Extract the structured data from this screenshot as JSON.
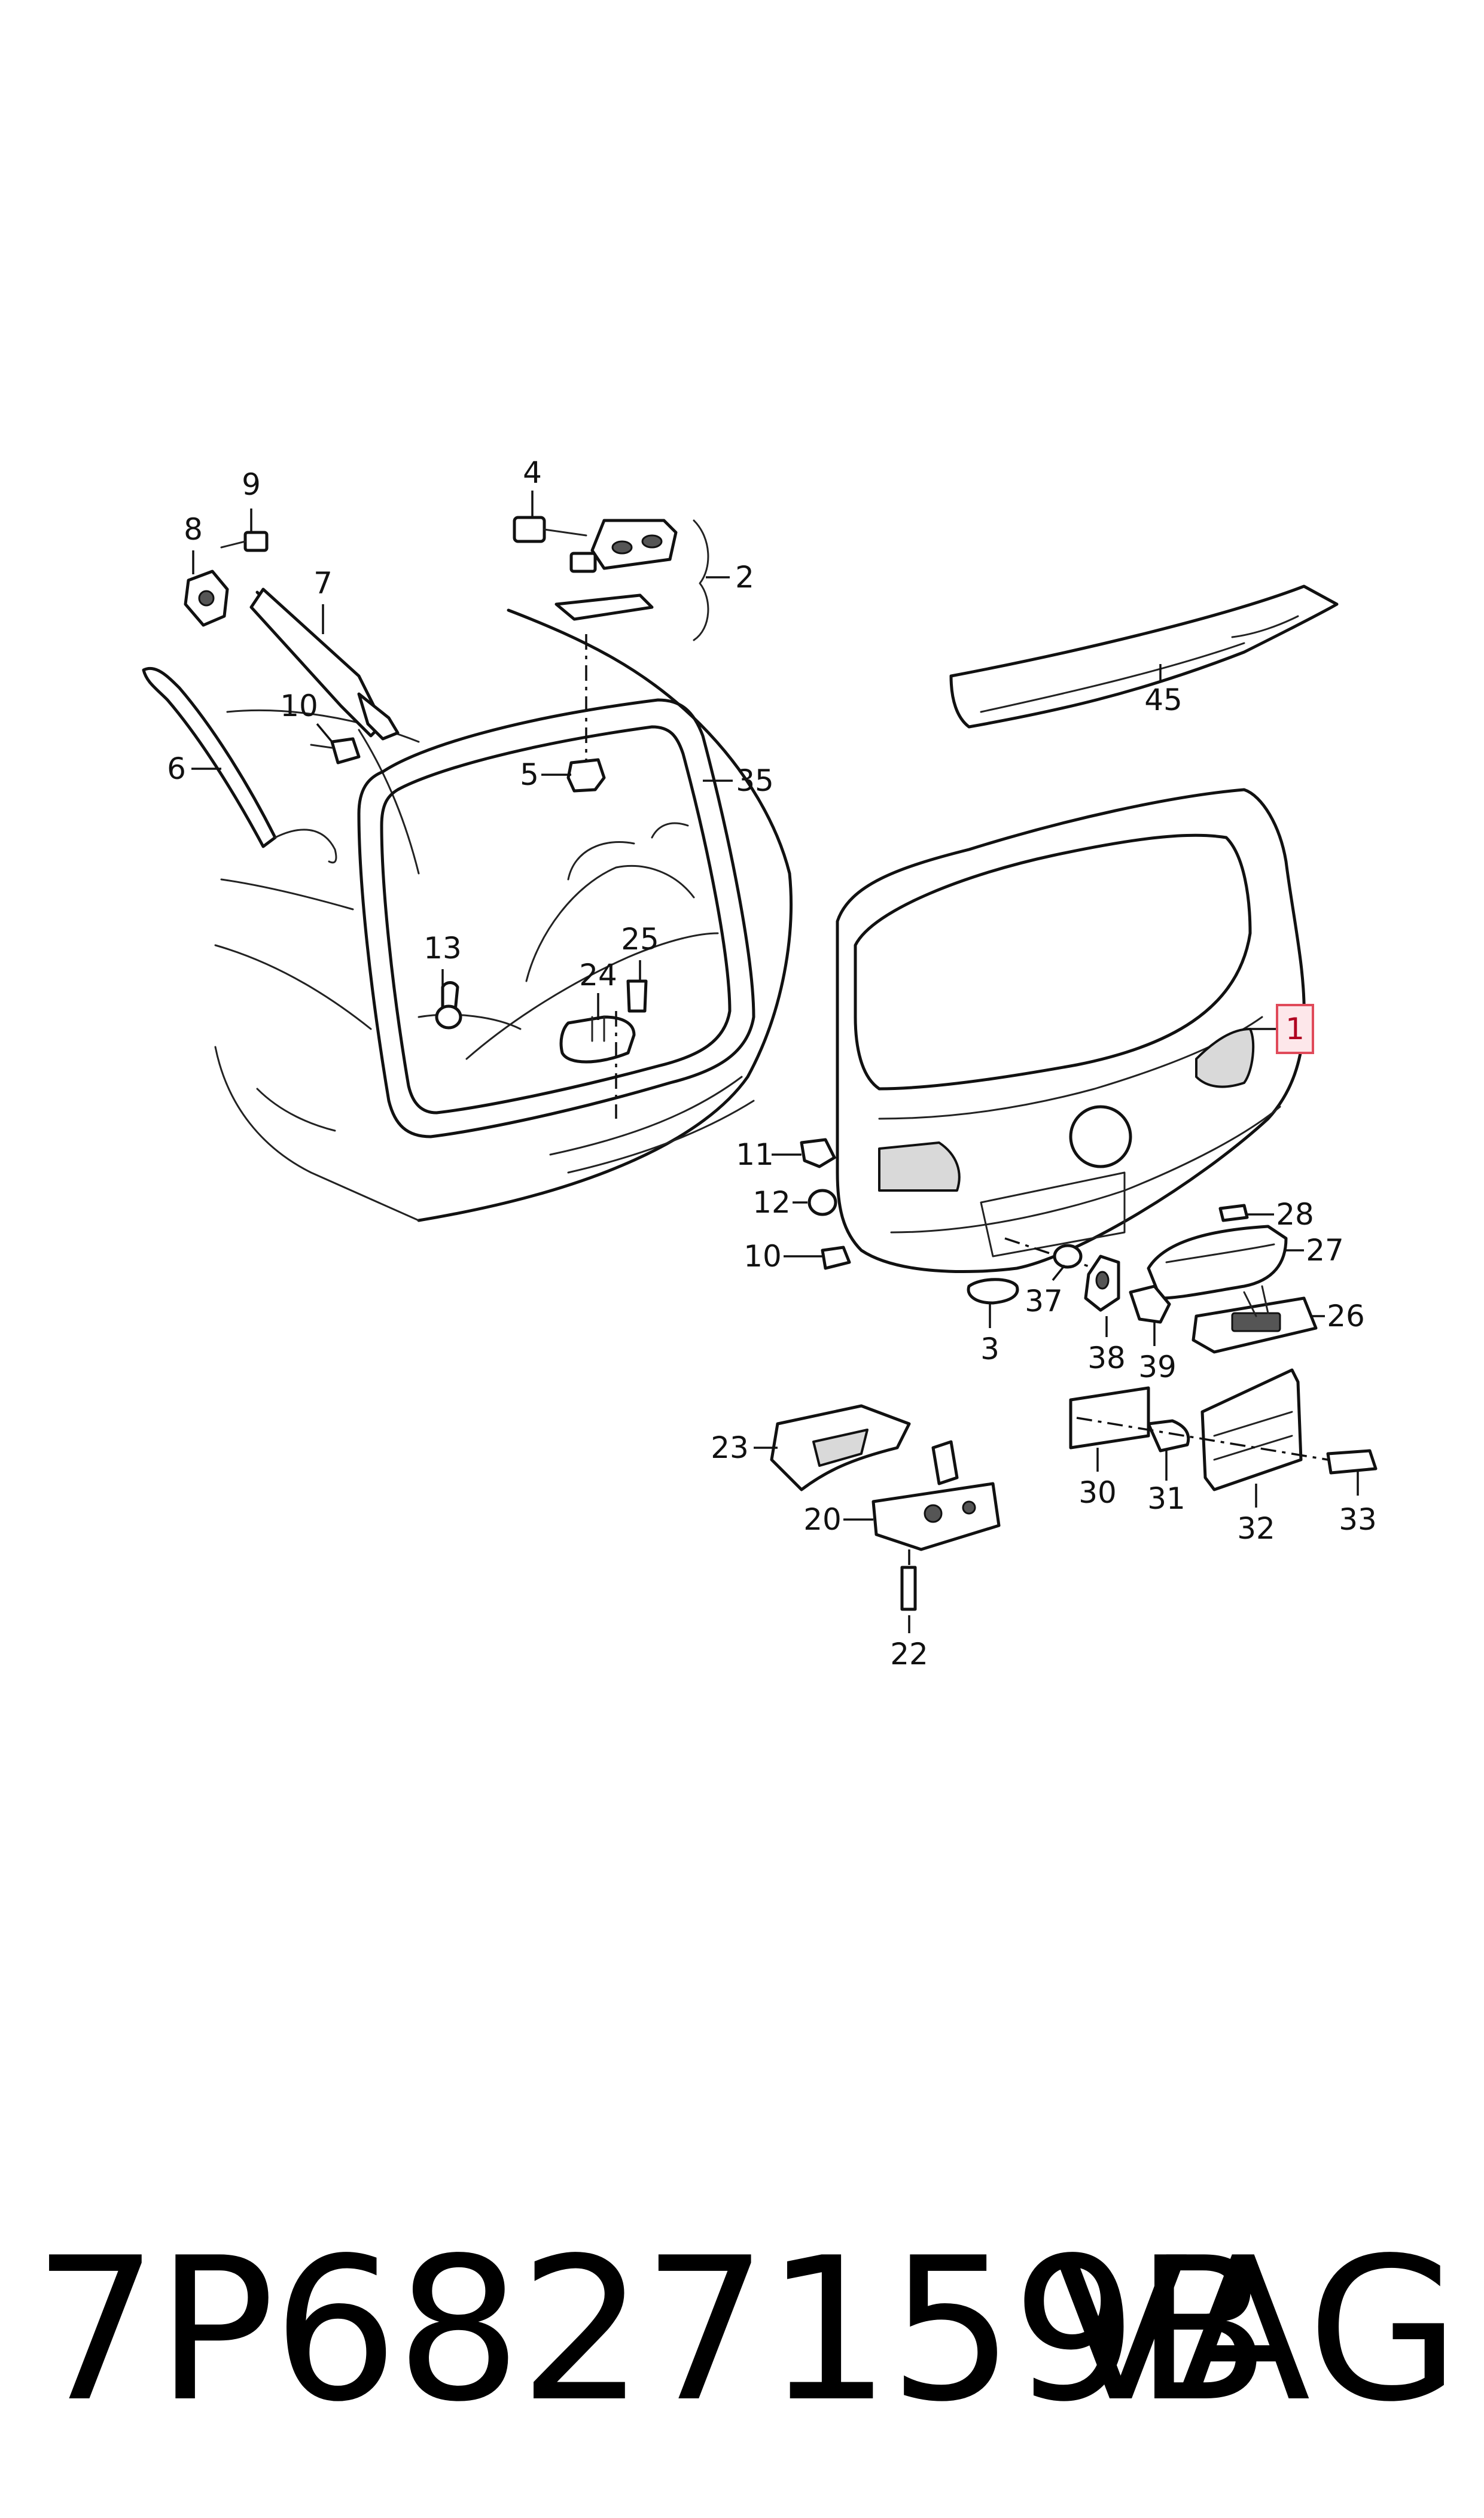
{
  "diagram": {
    "callouts": [
      {
        "id": "c9",
        "label": "9"
      },
      {
        "id": "c8",
        "label": "8"
      },
      {
        "id": "c7",
        "label": "7"
      },
      {
        "id": "c4",
        "label": "4"
      },
      {
        "id": "c2",
        "label": "2"
      },
      {
        "id": "c45",
        "label": "45"
      },
      {
        "id": "c10a",
        "label": "10"
      },
      {
        "id": "c6",
        "label": "6"
      },
      {
        "id": "c5",
        "label": "5"
      },
      {
        "id": "c35",
        "label": "35"
      },
      {
        "id": "c13",
        "label": "13"
      },
      {
        "id": "c25",
        "label": "25"
      },
      {
        "id": "c24",
        "label": "24"
      },
      {
        "id": "c1",
        "label": "1"
      },
      {
        "id": "c11",
        "label": "11"
      },
      {
        "id": "c12",
        "label": "12"
      },
      {
        "id": "c10b",
        "label": "10"
      },
      {
        "id": "c28",
        "label": "28"
      },
      {
        "id": "c27",
        "label": "27"
      },
      {
        "id": "c26",
        "label": "26"
      },
      {
        "id": "c37",
        "label": "37"
      },
      {
        "id": "c38",
        "label": "38"
      },
      {
        "id": "c3",
        "label": "3"
      },
      {
        "id": "c39",
        "label": "39"
      },
      {
        "id": "c23",
        "label": "23"
      },
      {
        "id": "c20",
        "label": "20"
      },
      {
        "id": "c30",
        "label": "30"
      },
      {
        "id": "c31",
        "label": "31"
      },
      {
        "id": "c32",
        "label": "32"
      },
      {
        "id": "c33",
        "label": "33"
      },
      {
        "id": "c22",
        "label": "22"
      }
    ],
    "highlighted_callout": "1",
    "highlight_color": "#e04a5a"
  },
  "footer": {
    "part_number": "7P6827159B",
    "brand": "VAG"
  }
}
